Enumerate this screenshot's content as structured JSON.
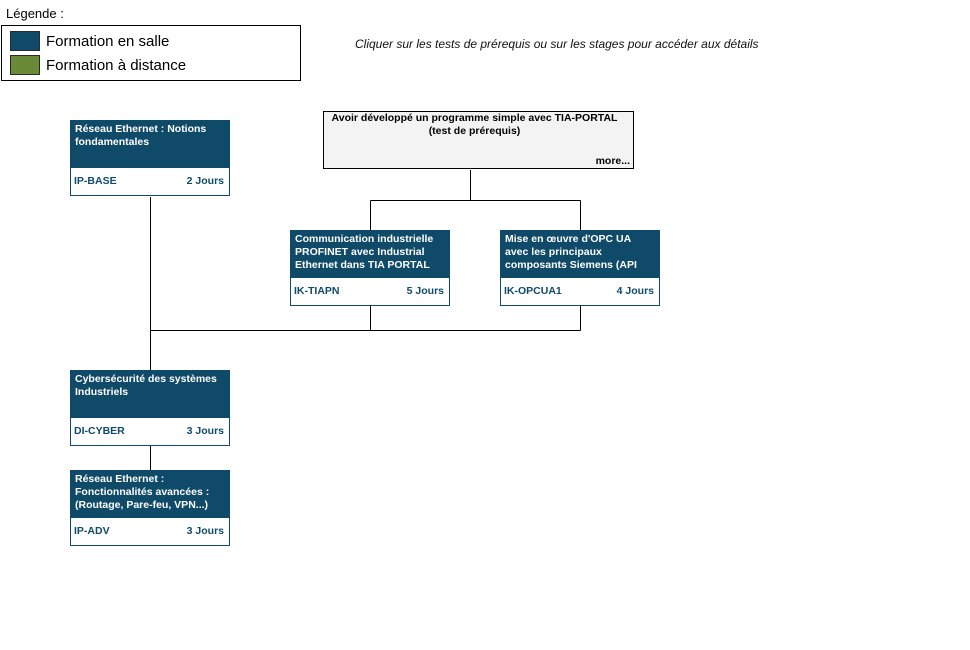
{
  "legend": {
    "title": "Légende :",
    "items": [
      {
        "label": "Formation en salle",
        "color": "#0f4a69"
      },
      {
        "label": "Formation à distance",
        "color": "#6b8a37"
      }
    ]
  },
  "hint": "Cliquer sur les tests de prérequis ou sur les stages pour accéder aux détails",
  "prerequisite": {
    "title": "Avoir développé un programme simple avec TIA-PORTAL\n(test de prérequis)",
    "more": "more..."
  },
  "courses": {
    "ip_base": {
      "title": "Réseau Ethernet : Notions fondamentales",
      "code": "IP-BASE",
      "duration": "2 Jours"
    },
    "ik_tiapn": {
      "title": "Communication industrielle PROFINET avec Industrial Ethernet dans TIA PORTAL",
      "code": "IK-TIAPN",
      "duration": "5 Jours"
    },
    "ik_opcua1": {
      "title": "Mise en œuvre d'OPC UA avec les principaux composants Siemens (API",
      "code": "IK-OPCUA1",
      "duration": "4 Jours"
    },
    "di_cyber": {
      "title": "Cybersécurité des systèmes Industriels",
      "code": "DI-CYBER",
      "duration": "3 Jours"
    },
    "ip_adv": {
      "title": "Réseau Ethernet : Fonctionnalités avancées : (Routage, Pare-feu, VPN...)",
      "code": "IP-ADV",
      "duration": "3 Jours"
    }
  }
}
